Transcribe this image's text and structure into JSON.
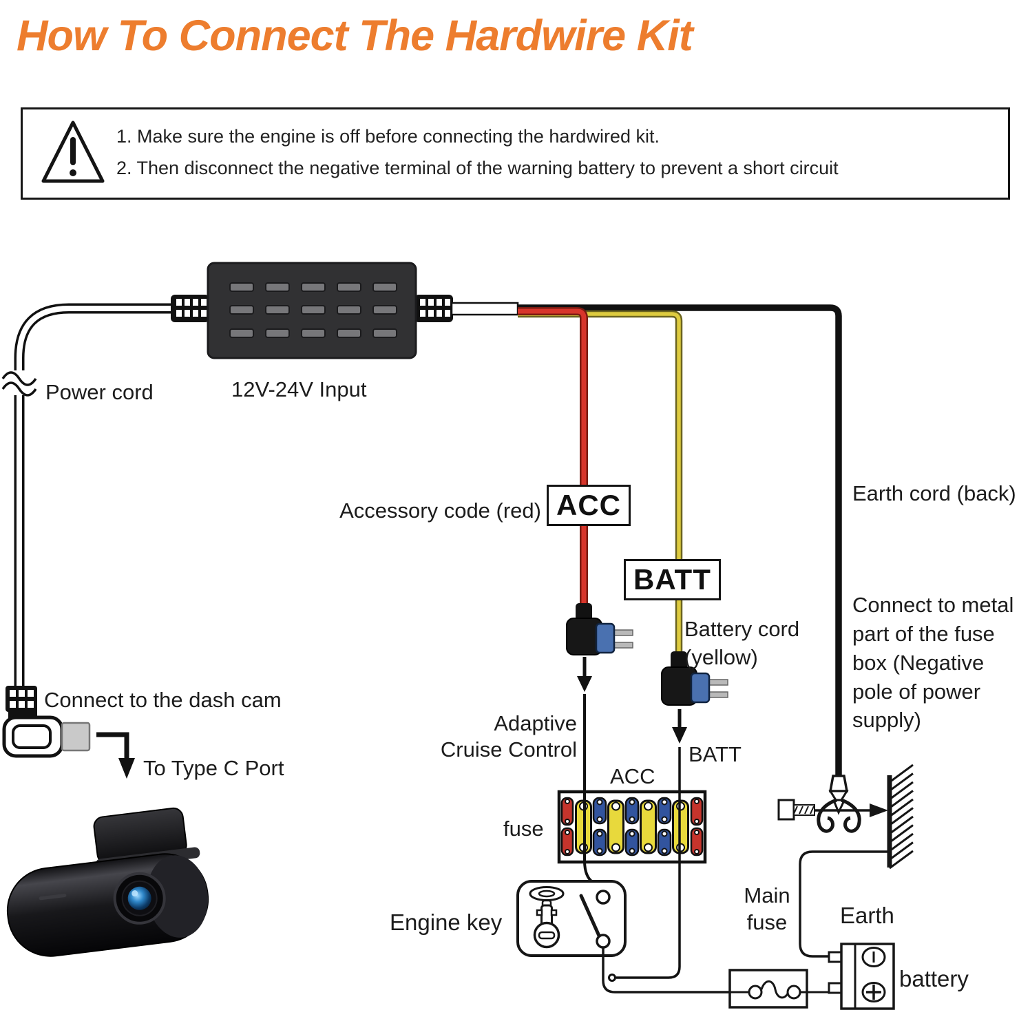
{
  "title": "How To Connect The Hardwire Kit",
  "warning": {
    "line1": "1. Make sure the engine is off before connecting the hardwired kit.",
    "line2": "2. Then disconnect the negative terminal of the warning battery to prevent a short circuit"
  },
  "labels": {
    "power_cord": "Power cord",
    "input": "12V-24V Input",
    "accessory": "Accessory code (red)",
    "acc_tag": "ACC",
    "batt_tag": "BATT",
    "battery_cord": "Battery cord\n(yellow)",
    "earth_cord": "Earth cord (back)",
    "connect_metal": "Connect to metal\npart of the fuse\nbox (Negative\npole of power\nsupply)",
    "connect_dashcam": "Connect to the dash cam",
    "type_c": "To Type C Port",
    "adaptive": "Adaptive\nCruise Control",
    "acc_fusebox": "ACC",
    "batt_fusebox": "BATT",
    "fuse": "fuse",
    "engine_key": "Engine key",
    "main_fuse": "Main\nfuse",
    "earth": "Earth",
    "battery": "battery"
  },
  "colors": {
    "title_orange": "#ED7D2E",
    "ink": "#151515",
    "wire_red": "#D7352B",
    "wire_red_dark": "#7A1A10",
    "wire_yellow": "#DECB3F",
    "wire_yellow_dark": "#6B6420",
    "fuse_red": "#C5342C",
    "fuse_yellow": "#E8D93C",
    "fuse_blue": "#32549E",
    "tap_blue": "#4A71B0",
    "prong_gray": "#B9B9B9",
    "box_dark": "#313133",
    "slot_gray": "#77777A",
    "plug_gray": "#C9C9C9",
    "lens_blue": "#2E86C8"
  }
}
